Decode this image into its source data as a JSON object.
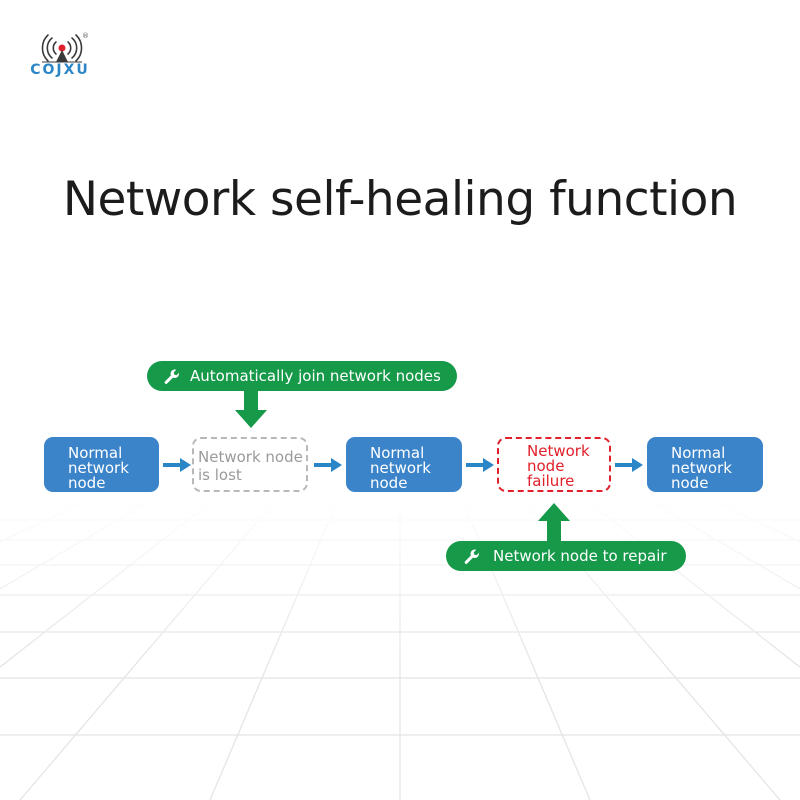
{
  "logo": {
    "text": "COJXU",
    "icon": "wireless-signal-icon",
    "registered_mark": "®"
  },
  "title": "Network self-healing function",
  "colors": {
    "normal_node": "#3b84c9",
    "lost_border": "#b8b8b8",
    "failure": "#e0202a",
    "callout": "#17994a",
    "arrow": "#2b86c8"
  },
  "nodes": [
    {
      "state": "normal",
      "lines": [
        "Normal",
        "network",
        "node"
      ]
    },
    {
      "state": "lost",
      "lines": [
        "Network node",
        "is lost"
      ]
    },
    {
      "state": "normal",
      "lines": [
        "Normal",
        "network",
        "node"
      ]
    },
    {
      "state": "failure",
      "lines": [
        "Network",
        "node",
        "failure"
      ]
    },
    {
      "state": "normal",
      "lines": [
        "Normal",
        "network",
        "node"
      ]
    }
  ],
  "callouts": {
    "join": {
      "text": "Automatically join network nodes",
      "icon": "wrench-icon",
      "points_to": "node 2"
    },
    "repair": {
      "text": "Network node to repair",
      "icon": "wrench-icon",
      "points_to": "node 4"
    }
  }
}
